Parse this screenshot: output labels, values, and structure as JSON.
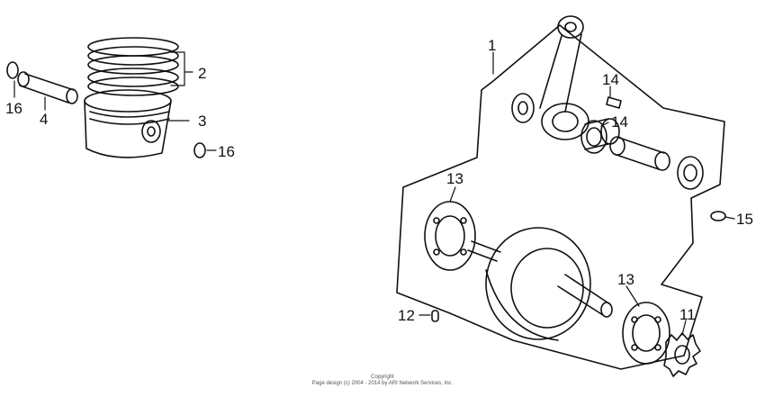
{
  "callouts": {
    "c1": "1",
    "c2": "2",
    "c3": "3",
    "c4": "4",
    "c11": "11",
    "c12": "12",
    "c13a": "13",
    "c13b": "13",
    "c14a": "14",
    "c14b": "14",
    "c15": "15",
    "c16a": "16",
    "c16b": "16"
  },
  "copyright": {
    "line1": "Copyright",
    "line2": "Page design (c) 2004 - 2014 by ARI Network Services, Inc."
  },
  "colors": {
    "ink": "#111111",
    "background": "#ffffff"
  }
}
